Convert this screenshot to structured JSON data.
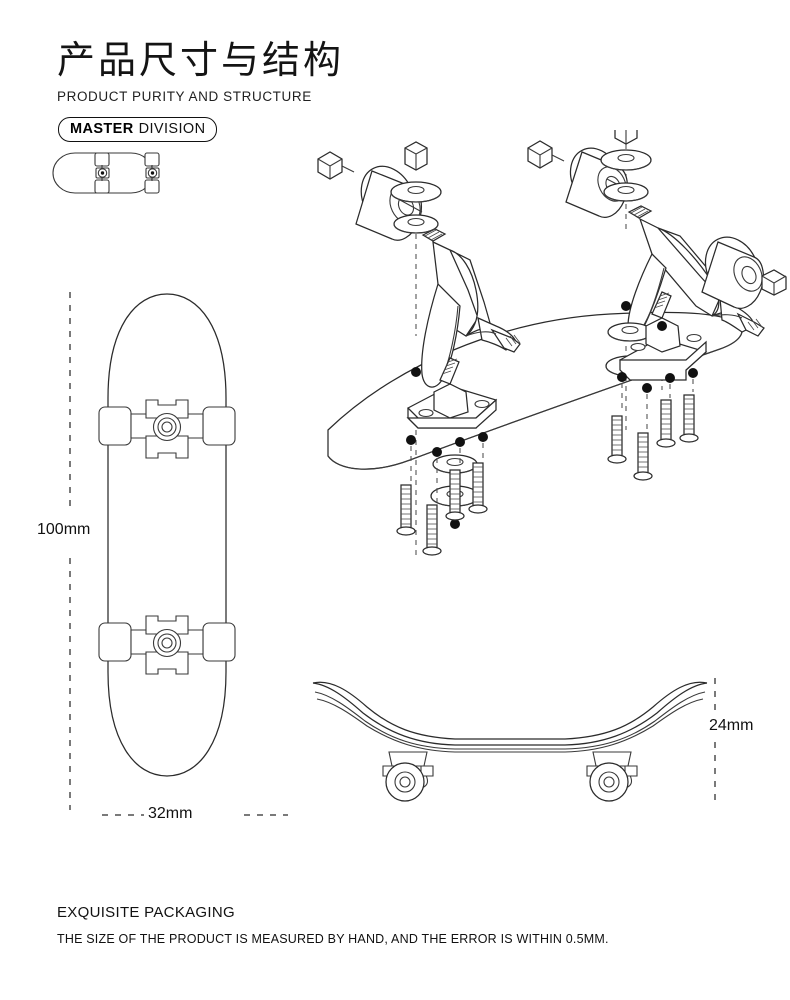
{
  "header": {
    "title_cn": "产品尺寸与结构",
    "title_en": "PRODUCT PURITY AND STRUCTURE",
    "badge_bold": "MASTER",
    "badge_regular": "DIVISION",
    "logo_icon": "skateboard-top-view-icon"
  },
  "dimensions": {
    "length": "100mm",
    "width": "32mm",
    "height": "24mm"
  },
  "footer": {
    "line1": "EXQUISITE PACKAGING",
    "line2": "THE SIZE OF THE PRODUCT IS MEASURED BY HAND, AND THE ERROR IS WITHIN 0.5MM."
  },
  "views": {
    "top_view": "skateboard-deck-top-view",
    "exploded_view": "skateboard-truck-exploded-assembly",
    "side_view": "skateboard-side-profile-view"
  },
  "parts": {
    "axle_nut": "hex-axle-nut",
    "wheel": "wheel",
    "washer": "washer",
    "kingpin_nut": "kingpin-hex-nut",
    "hanger": "truck-hanger",
    "baseplate": "truck-baseplate",
    "mounting_screw": "mounting-screw",
    "deck": "deck"
  },
  "colors": {
    "background": "#ffffff",
    "line": "#3a3a3a",
    "text": "#111111",
    "marker": "#111111"
  }
}
